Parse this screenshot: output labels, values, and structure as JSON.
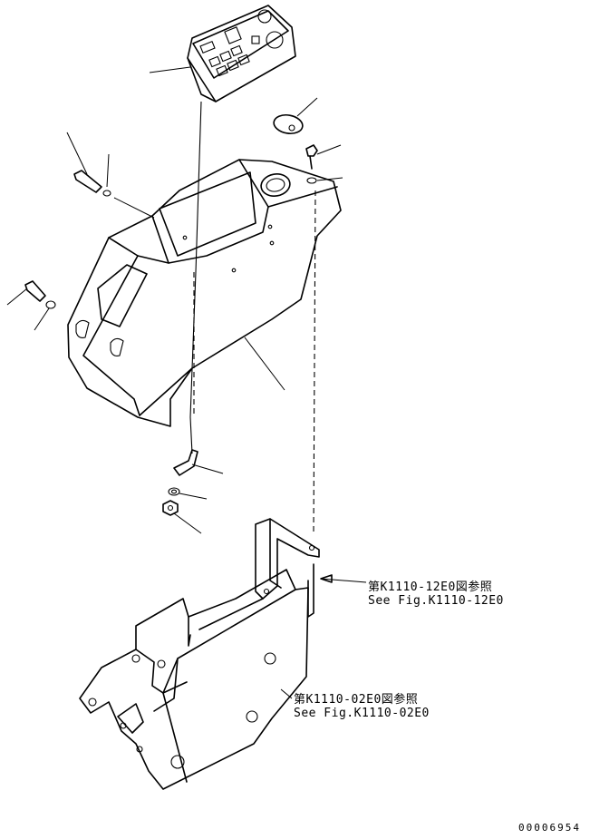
{
  "references": [
    {
      "line1": "第K1110-12E0図参照",
      "line2": "See Fig.K1110-12E0"
    },
    {
      "line1": "第K1110-02E0図参照",
      "line2": "See Fig.K1110-02E0"
    }
  ],
  "drawing_number": "00006954"
}
